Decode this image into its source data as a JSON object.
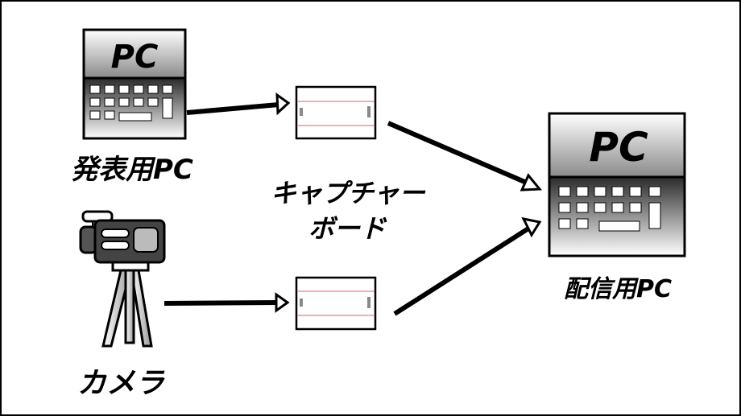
{
  "nodes": {
    "presentation_pc": {
      "screen_text": "PC",
      "label": "発表用PC"
    },
    "camera": {
      "label": "カメラ"
    },
    "capture_board": {
      "label_line1": "キャプチャー",
      "label_line2": "ボード"
    },
    "streaming_pc": {
      "screen_text": "PC",
      "label": "配信用PC"
    }
  },
  "colors": {
    "stroke": "#000000",
    "background": "#ffffff",
    "board_line": "#e06060"
  }
}
